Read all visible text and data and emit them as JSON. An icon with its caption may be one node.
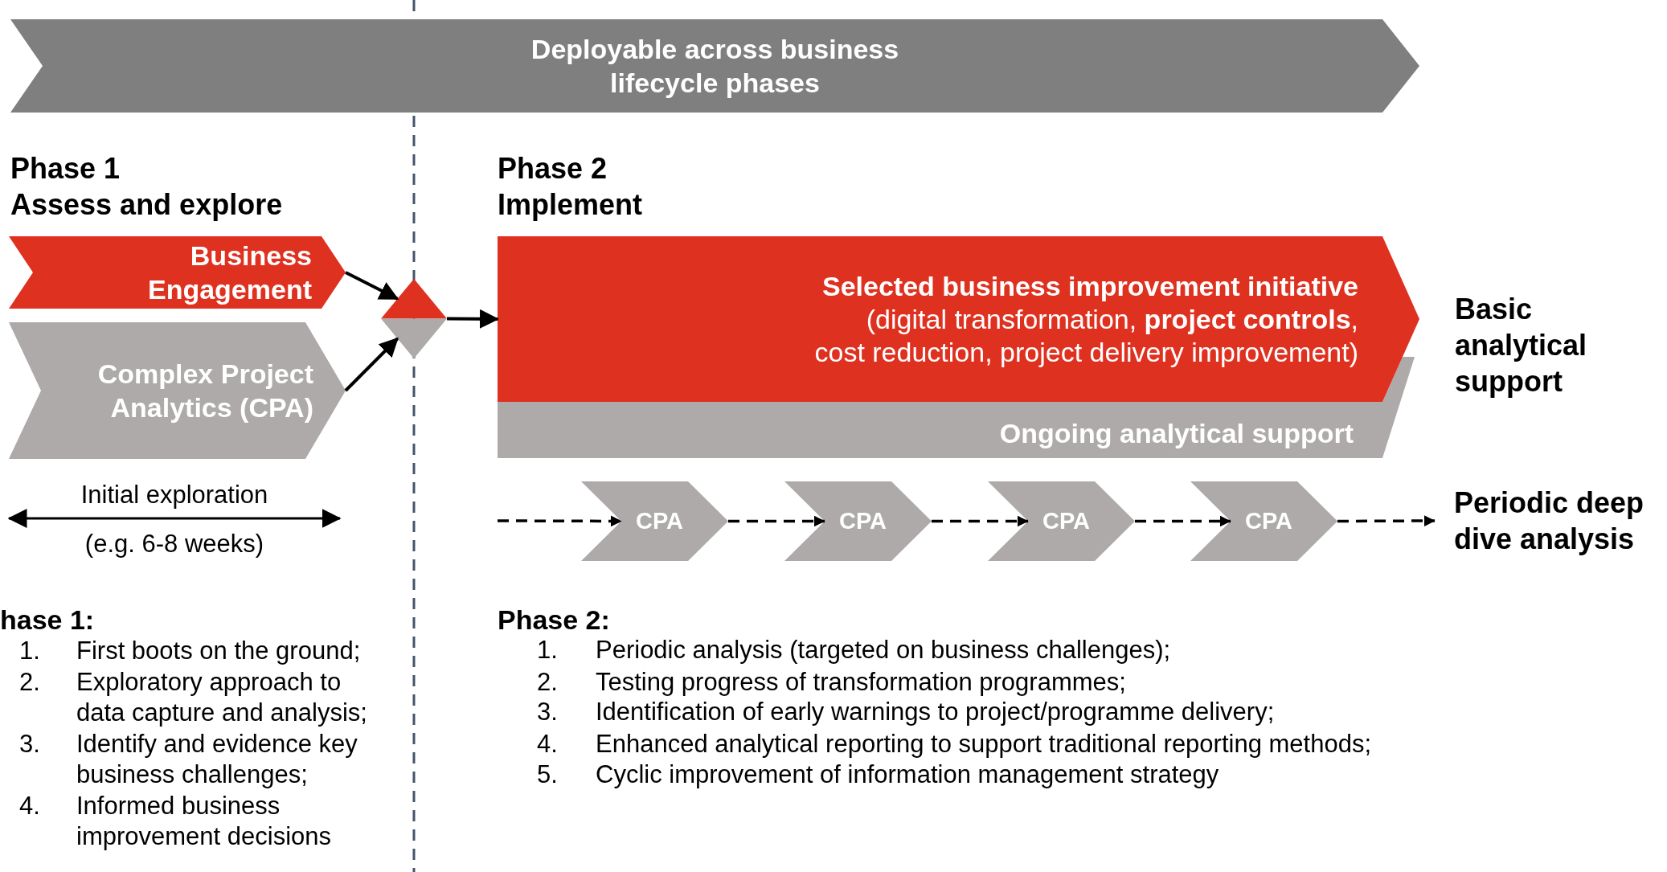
{
  "diagram": {
    "nodes": [
      {
        "text": [
          "Deployable across business lifecycle phases"
        ]
      },
      {
        "text": [
          "Business Engagement"
        ]
      },
      {
        "text": [
          "Complex Project Analytics (CPA)"
        ]
      },
      {
        "text": [],
        "shape": "diamond"
      },
      {
        "text": [
          "Selected business improvement initiative",
          "(digital transformation, **project controls**, cost reduction, project delivery improvement)"
        ]
      },
      {
        "text": [
          "Ongoing analytical support"
        ]
      },
      {
        "text": [
          "CPA"
        ]
      },
      {
        "text": [
          "CPA"
        ]
      },
      {
        "text": [
          "CPA"
        ]
      },
      {
        "text": [
          "CPA"
        ]
      },
      {
        "text": [
          "Periodic deep dive analysis"
        ]
      }
    ],
    "edges": [
      {
        "from": 1,
        "to": 3,
        "arrow": "to"
      },
      {
        "from": 2,
        "to": 3,
        "arrow": "to"
      },
      {
        "from": 3,
        "to": 4,
        "arrow": "to"
      },
      {
        "from": null,
        "to": 6,
        "arrow": "to",
        "style": "dashed"
      },
      {
        "from": 6,
        "to": 7,
        "arrow": "to",
        "style": "dashed"
      },
      {
        "from": 7,
        "to": 8,
        "arrow": "to",
        "style": "dashed"
      },
      {
        "from": 8,
        "to": 9,
        "arrow": "to",
        "style": "dashed"
      },
      {
        "from": 9,
        "to": 10,
        "arrow": "to",
        "style": "dashed"
      }
    ],
    "labels": [
      "Phase 1",
      "Assess and explore",
      "Phase 2",
      "Implement",
      "Basic analytical support",
      "Initial exploration",
      "(e.g. 6-8 weeks)",
      "hase 1:",
      "1.",
      "First boots on the ground;",
      "2.",
      "Exploratory approach to data capture and analysis;",
      "3.",
      "Identify and evidence key business challenges;",
      "4.",
      "Informed business improvement decisions",
      "Phase 2:",
      "1.",
      "Periodic analysis (targeted on business challenges);",
      "2.",
      "Testing progress of transformation programmes;",
      "3.",
      "Identification of early warnings to project/programme delivery;",
      "4.",
      "Enhanced analytical reporting to support traditional reporting methods;",
      "5.",
      "Cyclic improvement of information management strategy"
    ]
  }
}
